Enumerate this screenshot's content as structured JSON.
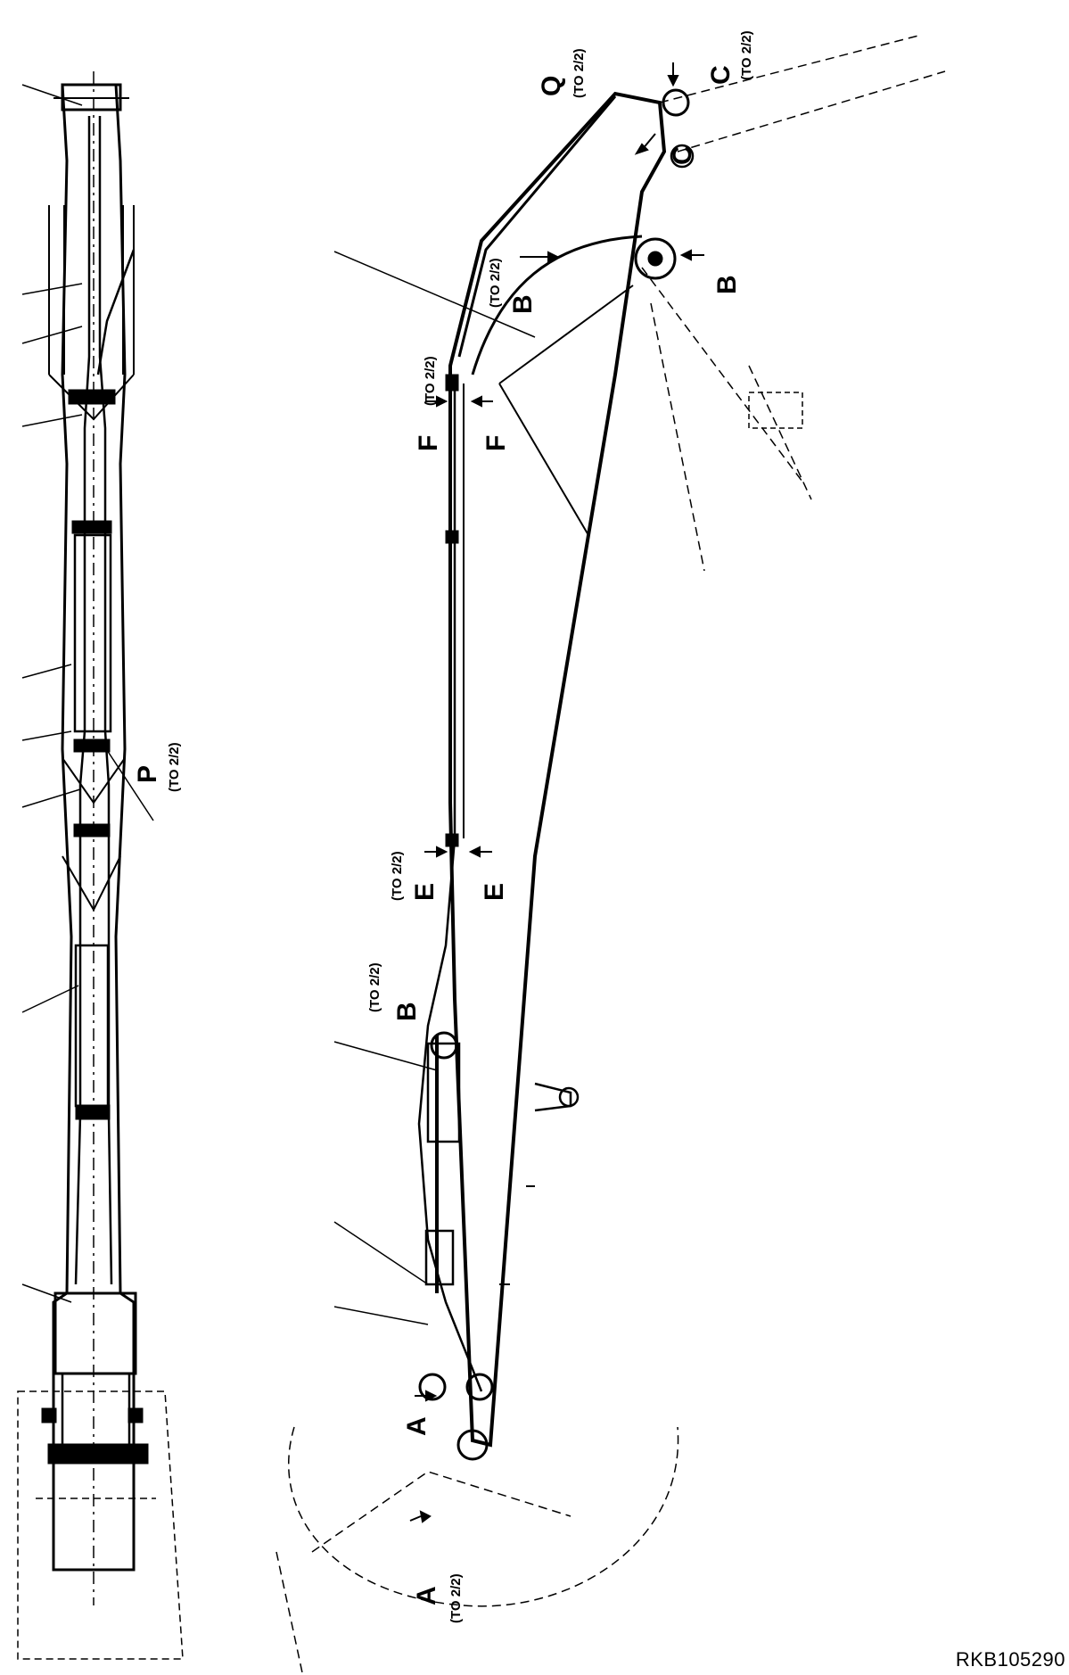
{
  "drawing_code": "RKB105290",
  "callouts": {
    "A": {
      "letter": "A",
      "ref": "(TO 2/2)"
    },
    "B": {
      "letter": "B",
      "ref": "(TO 2/2)"
    },
    "C": {
      "letter": "C",
      "ref": "(TO 2/2)"
    },
    "E": {
      "letter": "E",
      "ref": "(TO 2/2)"
    },
    "F": {
      "letter": "F",
      "ref": "(TO 2/2)"
    },
    "P": {
      "letter": "P",
      "ref": "(TO 2/2)"
    },
    "Q": {
      "letter": "Q",
      "ref": "(TO 2/2)"
    }
  }
}
